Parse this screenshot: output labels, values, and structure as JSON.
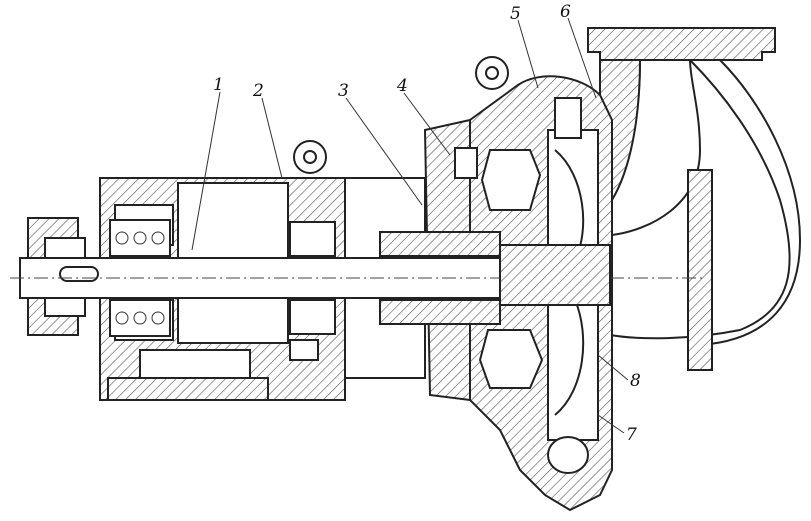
{
  "title": "",
  "callouts": [
    {
      "id": "1",
      "text": "1"
    },
    {
      "id": "2",
      "text": "2"
    },
    {
      "id": "3",
      "text": "3"
    },
    {
      "id": "4",
      "text": "4"
    },
    {
      "id": "5",
      "text": "5"
    },
    {
      "id": "6",
      "text": "6"
    },
    {
      "id": "7",
      "text": "7"
    },
    {
      "id": "8",
      "text": "8"
    }
  ],
  "colors": {
    "ink": "#222222",
    "paper": "#ffffff"
  }
}
